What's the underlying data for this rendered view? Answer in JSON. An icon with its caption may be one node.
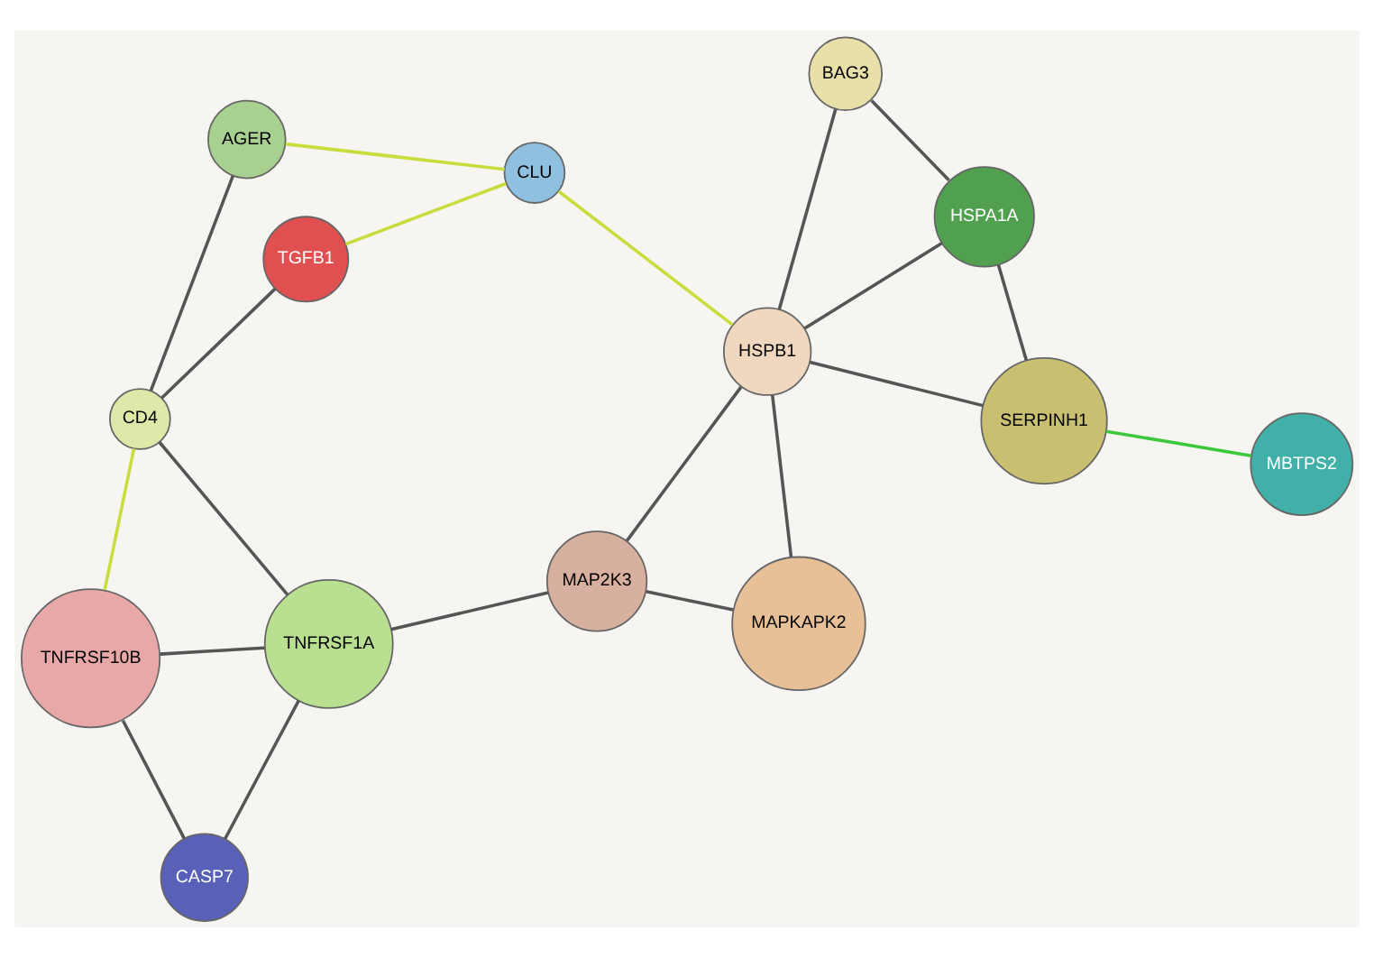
{
  "diagram": {
    "nodes": [
      {
        "text": [
          "TNFRSF10B"
        ]
      },
      {
        "text": [
          "CD4"
        ]
      },
      {
        "text": [
          "CASP7"
        ]
      },
      {
        "text": [
          "TGFB1"
        ]
      },
      {
        "text": [
          "AGER"
        ]
      },
      {
        "text": [
          "TNFRSF1A"
        ]
      },
      {
        "text": [
          "CLU"
        ]
      },
      {
        "text": [
          "MAP2K3"
        ]
      },
      {
        "text": [
          "HSPB1"
        ]
      },
      {
        "text": [
          "MAPKAPK2"
        ]
      },
      {
        "text": [
          "SERPINH1"
        ]
      },
      {
        "text": [
          "BAG3"
        ]
      },
      {
        "text": [
          "HSPA1A"
        ]
      },
      {
        "text": [
          "MBTPS2"
        ]
      }
    ],
    "edges": [
      {
        "from": 0,
        "to": 1,
        "arrow": "none",
        "color": "#c8dc3c"
      },
      {
        "from": 0,
        "to": 2,
        "arrow": "none"
      },
      {
        "from": 0,
        "to": 5,
        "arrow": "none"
      },
      {
        "from": 2,
        "to": 5,
        "arrow": "none"
      },
      {
        "from": 1,
        "to": 5,
        "arrow": "none"
      },
      {
        "from": 1,
        "to": 3,
        "arrow": "none"
      },
      {
        "from": 1,
        "to": 4,
        "arrow": "none"
      },
      {
        "from": 3,
        "to": 6,
        "arrow": "none",
        "color": "#c8dc3c"
      },
      {
        "from": 4,
        "to": 6,
        "arrow": "none",
        "color": "#c8dc3c"
      },
      {
        "from": 5,
        "to": 7,
        "arrow": "none"
      },
      {
        "from": 6,
        "to": 8,
        "arrow": "none",
        "color": "#c8dc3c"
      },
      {
        "from": 7,
        "to": 9,
        "arrow": "none"
      },
      {
        "from": 7,
        "to": 8,
        "arrow": "none"
      },
      {
        "from": 9,
        "to": 8,
        "arrow": "none"
      },
      {
        "from": 8,
        "to": 10,
        "arrow": "none"
      },
      {
        "from": 8,
        "to": 11,
        "arrow": "none"
      },
      {
        "from": 8,
        "to": 12,
        "arrow": "none"
      },
      {
        "from": 10,
        "to": 12,
        "arrow": "none"
      },
      {
        "from": 11,
        "to": 12,
        "arrow": "none"
      },
      {
        "from": 10,
        "to": 13,
        "arrow": "none",
        "color": "#3cc83c"
      }
    ]
  }
}
